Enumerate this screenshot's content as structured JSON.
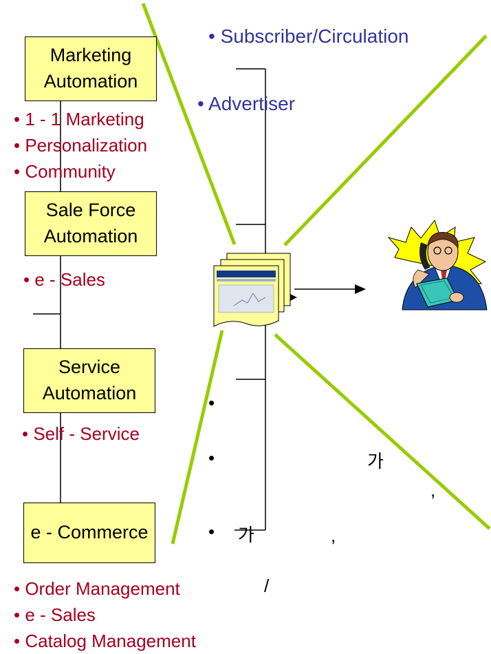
{
  "left_column": {
    "marketing_automation": {
      "label_line1": "Marketing",
      "label_line2": "Automation",
      "items": [
        "• 1 - 1 Marketing",
        "• Personalization",
        "• Community"
      ]
    },
    "sales_force_automation": {
      "label_line1": "Sale Force",
      "label_line2": "Automation",
      "items": [
        "• e - Sales"
      ]
    },
    "service_automation": {
      "label_line1": "Service",
      "label_line2": "Automation",
      "items": [
        "• Self - Service"
      ]
    },
    "ecommerce": {
      "label": "e - Commerce",
      "items": [
        "• Order Management",
        "• e - Sales",
        "• Catalog Management"
      ]
    },
    "slash": "/"
  },
  "center_column": {
    "subscriber": "• Subscriber/Circulation",
    "advertiser": "• Advertiser",
    "bullet1": "•",
    "bullet2": "•",
    "bullet2_text": "가",
    "comma1": ",",
    "bullet3": "•",
    "bullet3_text": "가",
    "comma2": ","
  },
  "colors": {
    "box_fill": "#ffff99",
    "red_text": "#a50021",
    "blue_text": "#33339a",
    "green_line": "#99cc00"
  },
  "icons": [
    "document-stack-icon",
    "businessman-on-phone-icon"
  ]
}
